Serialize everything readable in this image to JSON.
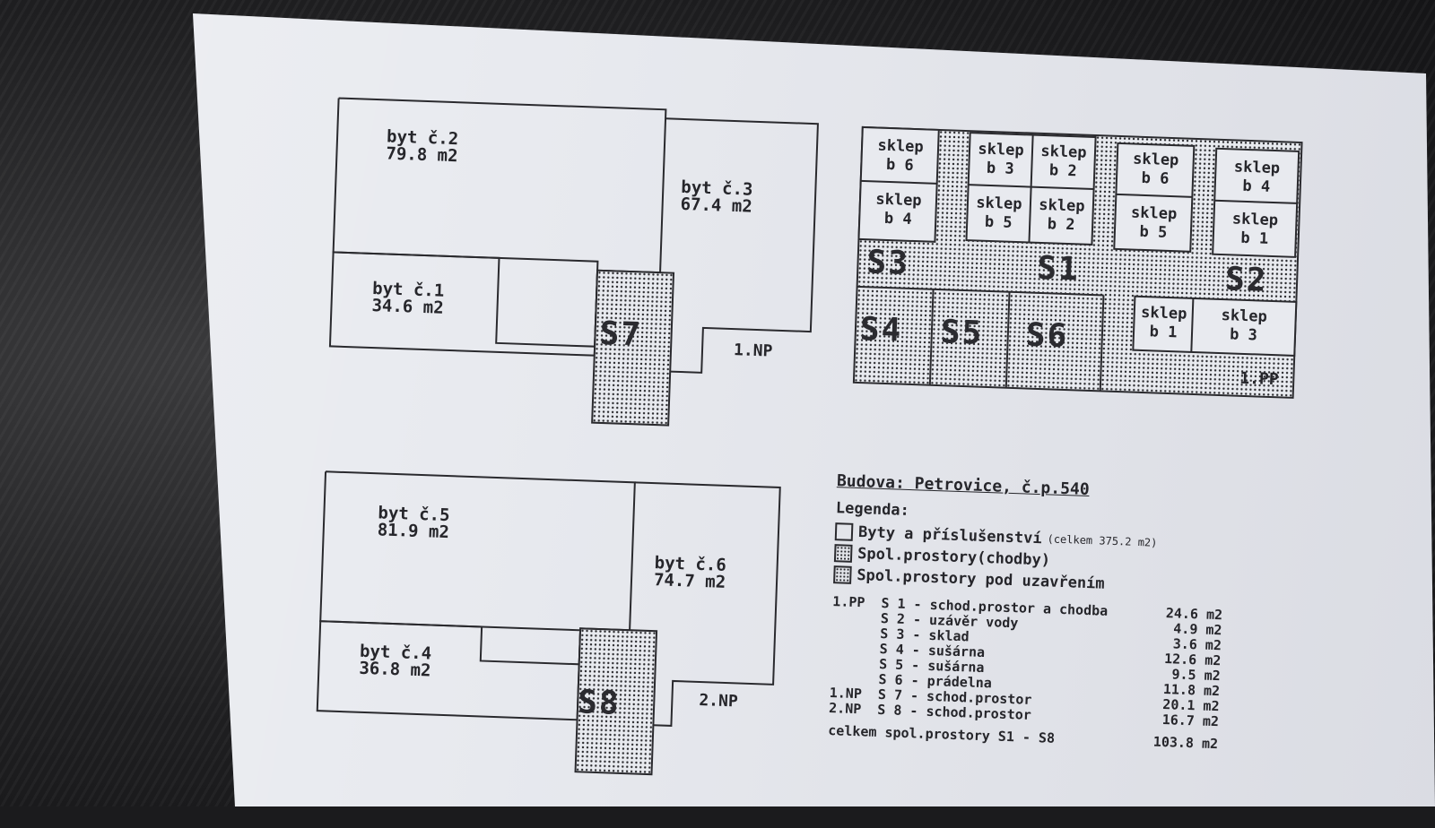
{
  "plans": {
    "np1": {
      "label": "1.NP",
      "byt2": "byt č.2\n79.8 m2",
      "byt3": "byt č.3\n67.4 m2",
      "byt1": "byt č.1\n34.6 m2",
      "space": "S7"
    },
    "np2": {
      "label": "2.NP",
      "byt5": "byt č.5\n81.9 m2",
      "byt6": "byt č.6\n74.7 m2",
      "byt4": "byt č.4\n36.8 m2",
      "space": "S8"
    },
    "pp1": {
      "label": "1.PP",
      "cells": [
        "sklep\nb 6",
        "sklep\nb 3",
        "sklep\nb 2",
        "sklep\nb 6",
        "sklep\nb 4",
        "sklep\nb 4",
        "sklep\nb 5",
        "sklep\nb 2",
        "sklep\nb 5",
        "sklep\nb 1",
        "sklep\nb 1",
        "sklep\nb 3"
      ],
      "spaces": [
        "S3",
        "S1",
        "S2",
        "S4",
        "S5",
        "S6"
      ]
    }
  },
  "legend": {
    "building": "Budova: Petrovice, č.p.540",
    "title": "Legenda:",
    "item1": "Byty a příslušenství",
    "item1_note": "(celkem 375.2 m2)",
    "item2": "Spol.prostory(chodby)",
    "item3": "Spol.prostory pod uzavřením",
    "list_names": "1.PP  S 1 - schod.prostor a chodba\n      S 2 - uzávěr vody\n      S 3 - sklad\n      S 4 - sušárna\n      S 5 - sušárna\n      S 6 - prádelna\n1.NP  S 7 - schod.prostor\n2.NP  S 8 - schod.prostor",
    "list_values": "24.6 m2\n 4.9 m2\n 3.6 m2\n12.6 m2\n 9.5 m2\n11.8 m2\n20.1 m2\n16.7 m2",
    "total_label": "celkem spol.prostory S1 - S8",
    "total_value": "103.8 m2"
  }
}
